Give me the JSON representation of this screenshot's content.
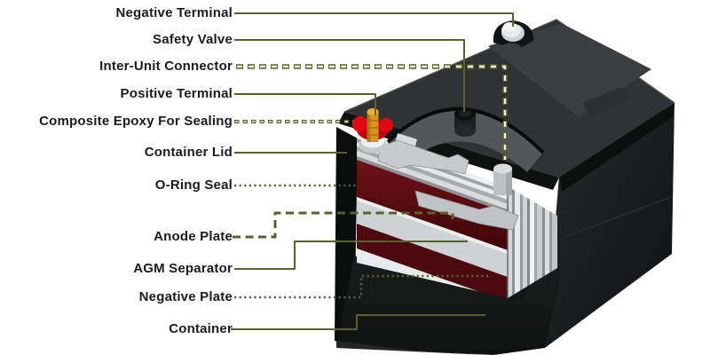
{
  "labels": [
    {
      "text": "Negative Terminal",
      "line_style": "solid"
    },
    {
      "text": "Safety Valve",
      "line_style": "solid"
    },
    {
      "text": "Inter-Unit Connector",
      "line_style": "hollow-dashed"
    },
    {
      "text": "Positive Terminal",
      "line_style": "solid"
    },
    {
      "text": "Composite Epoxy For Sealing",
      "line_style": "hollow-dashed"
    },
    {
      "text": "Container Lid",
      "line_style": "solid"
    },
    {
      "text": "O-Ring Seal",
      "line_style": "dotted"
    },
    {
      "text": "Anode Plate",
      "line_style": "dashed"
    },
    {
      "text": "AGM Separator",
      "line_style": "solid"
    },
    {
      "text": "Negative Plate",
      "line_style": "dotted"
    },
    {
      "text": "Container",
      "line_style": "solid"
    }
  ],
  "colors": {
    "background": "#ffffff",
    "label_text": "#1b1b1b",
    "leader_line": "#5a612c",
    "pill_fill": "#f6f4de",
    "case_black": "#161718",
    "lid_gray": "#303233",
    "plate_silver": "#c6c9cb",
    "anode_maroon": "#5a0d14",
    "separator_white": "#e9eaeb",
    "epoxy_red": "#e10713",
    "terminal_post_orange": "#d9921f",
    "negative_terminal_white": "#ebebeb"
  }
}
